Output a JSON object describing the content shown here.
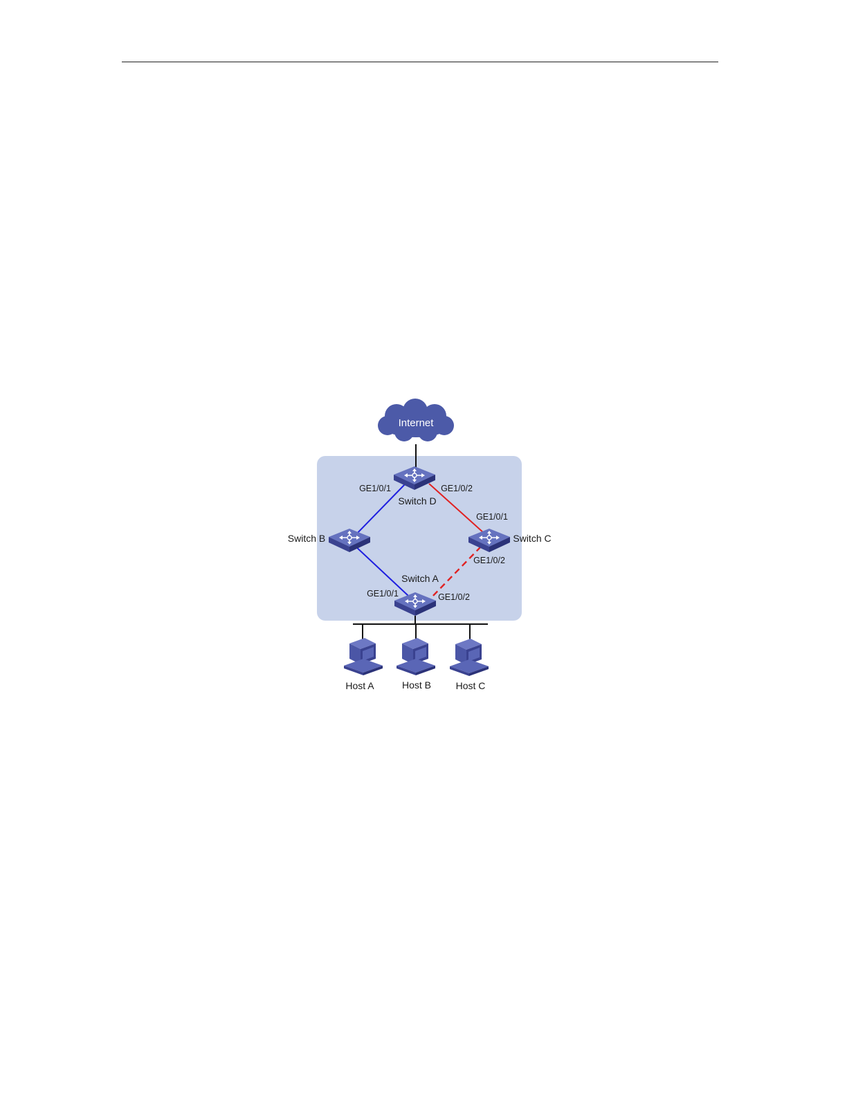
{
  "diagram": {
    "cloud": {
      "label": "Internet"
    },
    "switches": {
      "d": {
        "label": "Switch D"
      },
      "b": {
        "label": "Switch B"
      },
      "c": {
        "label": "Switch C"
      },
      "a": {
        "label": "Switch A"
      }
    },
    "ports": {
      "d_ge1": "GE1/0/1",
      "d_ge2": "GE1/0/2",
      "c_ge1": "GE1/0/1",
      "c_ge2": "GE1/0/2",
      "a_ge1": "GE1/0/1",
      "a_ge2": "GE1/0/2"
    },
    "hosts": [
      {
        "label": "Host A"
      },
      {
        "label": "Host B"
      },
      {
        "label": "Host C"
      }
    ],
    "links": [
      {
        "from": "Switch D",
        "to": "Switch B",
        "state": "forwarding",
        "color": "#1f1fe0",
        "style": "solid"
      },
      {
        "from": "Switch B",
        "to": "Switch A",
        "state": "forwarding",
        "color": "#1f1fe0",
        "style": "solid"
      },
      {
        "from": "Switch D",
        "to": "Switch C",
        "state": "forwarding",
        "color": "#e02222",
        "style": "solid"
      },
      {
        "from": "Switch C",
        "to": "Switch A",
        "state": "blocked",
        "color": "#e02222",
        "style": "dashed"
      }
    ],
    "colors": {
      "cloud": "#4c5aa8",
      "region": "#c7d2ea",
      "device": "#4b56a6",
      "device_dark": "#2e3580"
    }
  }
}
